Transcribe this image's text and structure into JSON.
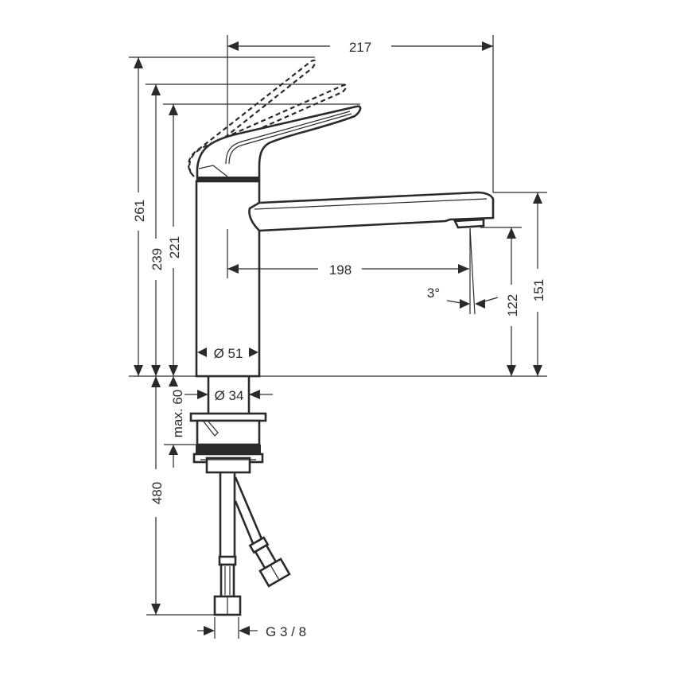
{
  "drawing": {
    "title": "Kitchen mixer tap dimension drawing",
    "colors": {
      "line": "#2a2a2a",
      "background": "#ffffff"
    },
    "dimensions": {
      "overall_reach": "217",
      "spout_reach": "198",
      "height_handle_max": "261",
      "height_handle_mid": "239",
      "height_handle_closed": "221",
      "body_diameter": "Ø 51",
      "shank_diameter": "Ø 34",
      "spout_height": "151",
      "outlet_height": "122",
      "spray_angle": "3°",
      "max_counter_thickness": "max. 60",
      "hose_length": "480",
      "connection_thread": "G 3 / 8"
    }
  }
}
